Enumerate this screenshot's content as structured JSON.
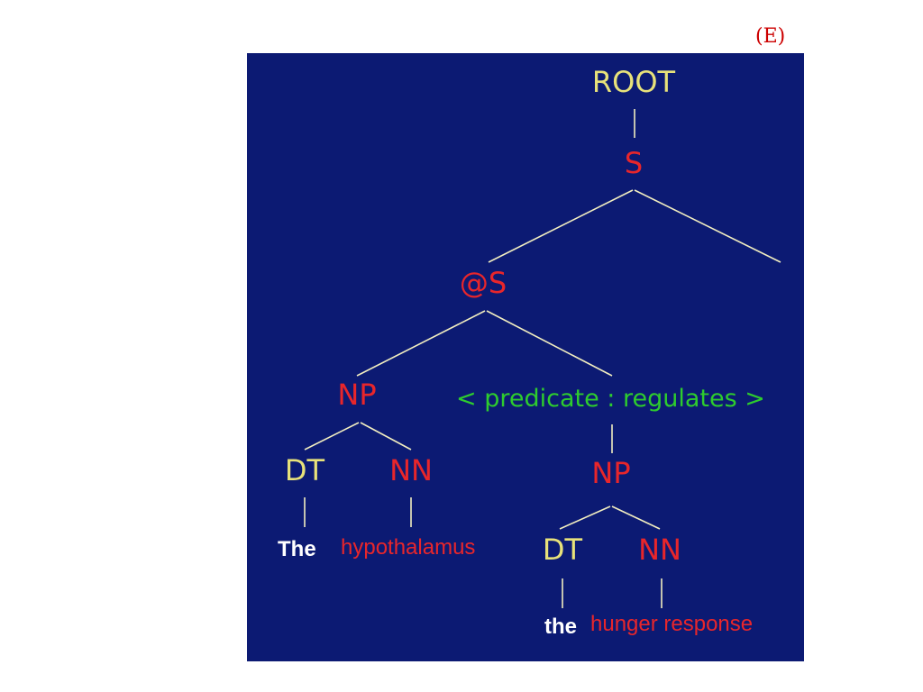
{
  "panel_label": "(E)",
  "tree": {
    "root": "ROOT",
    "s": "S",
    "at_s": "@S",
    "np_subject": "NP",
    "predicate": "< predicate : regulates >",
    "dt_subject": "DT",
    "nn_subject": "NN",
    "np_object": "NP",
    "word_the_subject": "The",
    "word_hypothalamus": "hypothalamus",
    "dt_object": "DT",
    "nn_object": "NN",
    "word_the_object": "the",
    "word_hunger_response": "hunger response"
  },
  "colors": {
    "background": "#0c1a73",
    "category_yellow": "#e8e27a",
    "category_red": "#e8262b",
    "predicate_green": "#2ecc2e",
    "edge": "#f2eec0",
    "panel_label": "#cc0000"
  }
}
